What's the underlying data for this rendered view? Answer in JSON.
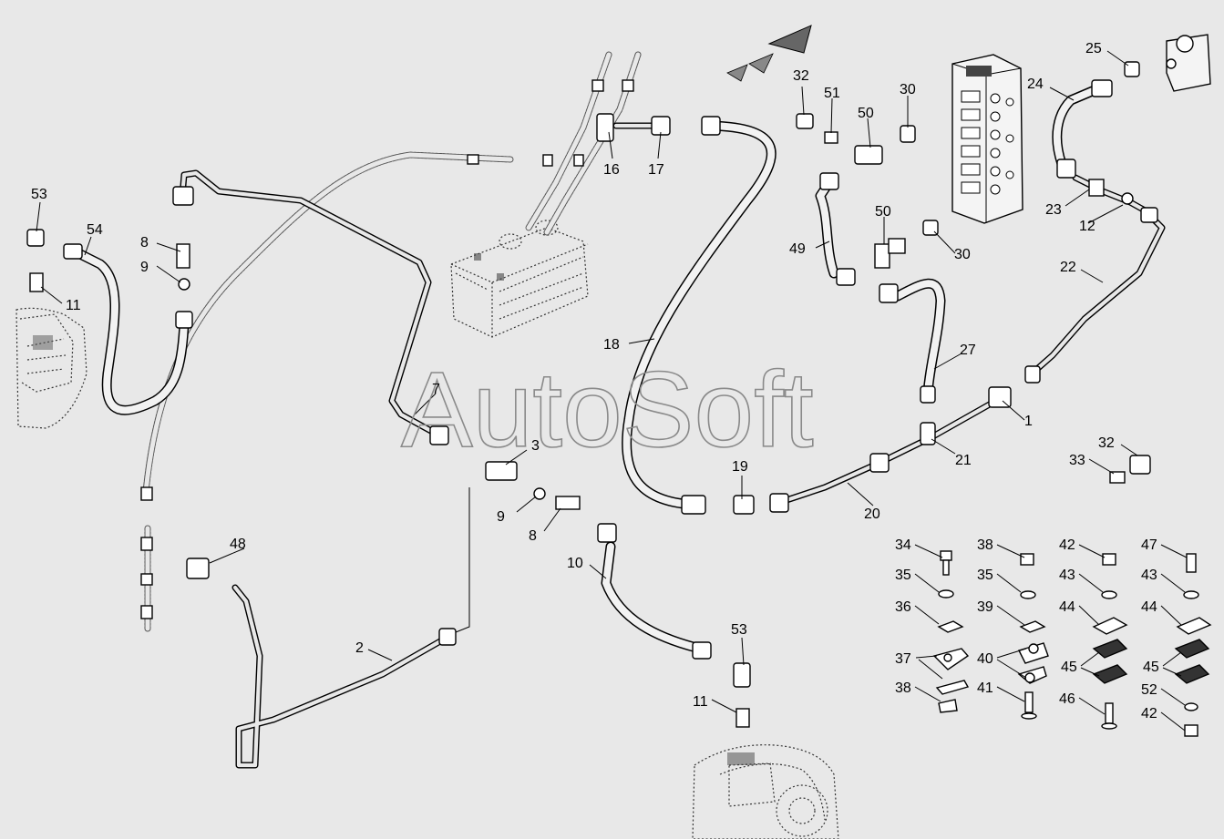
{
  "diagram": {
    "watermark": "AutoSoft",
    "callouts": {
      "c53a": "53",
      "c54": "54",
      "c11a": "11",
      "c8a": "8",
      "c9a": "9",
      "c7": "7",
      "c3": "3",
      "c9b": "9",
      "c8b": "8",
      "c48": "48",
      "c2": "2",
      "c10": "10",
      "c53b": "53",
      "c11b": "11",
      "c16": "16",
      "c17": "17",
      "c18": "18",
      "c19": "19",
      "c20": "20",
      "c21": "21",
      "c1": "1",
      "c27": "27",
      "c22": "22",
      "c12": "12",
      "c23": "23",
      "c24": "24",
      "c25": "25",
      "c32a": "32",
      "c51": "51",
      "c50a": "50",
      "c30a": "30",
      "c49": "49",
      "c50b": "50",
      "c30b": "30",
      "c32b": "32",
      "c33": "33",
      "c34": "34",
      "c35a": "35",
      "c36": "36",
      "c37": "37",
      "c38a": "38",
      "c38b": "38",
      "c35b": "35",
      "c39": "39",
      "c40": "40",
      "c41": "41",
      "c42a": "42",
      "c43a": "43",
      "c44a": "44",
      "c45a": "45",
      "c46": "46",
      "c47": "47",
      "c43b": "43",
      "c44b": "44",
      "c45b": "45",
      "c52": "52",
      "c42b": "42"
    }
  },
  "colors": {
    "background": "#e8e8e8",
    "line": "#000000",
    "watermark": "#8a8a8a"
  }
}
